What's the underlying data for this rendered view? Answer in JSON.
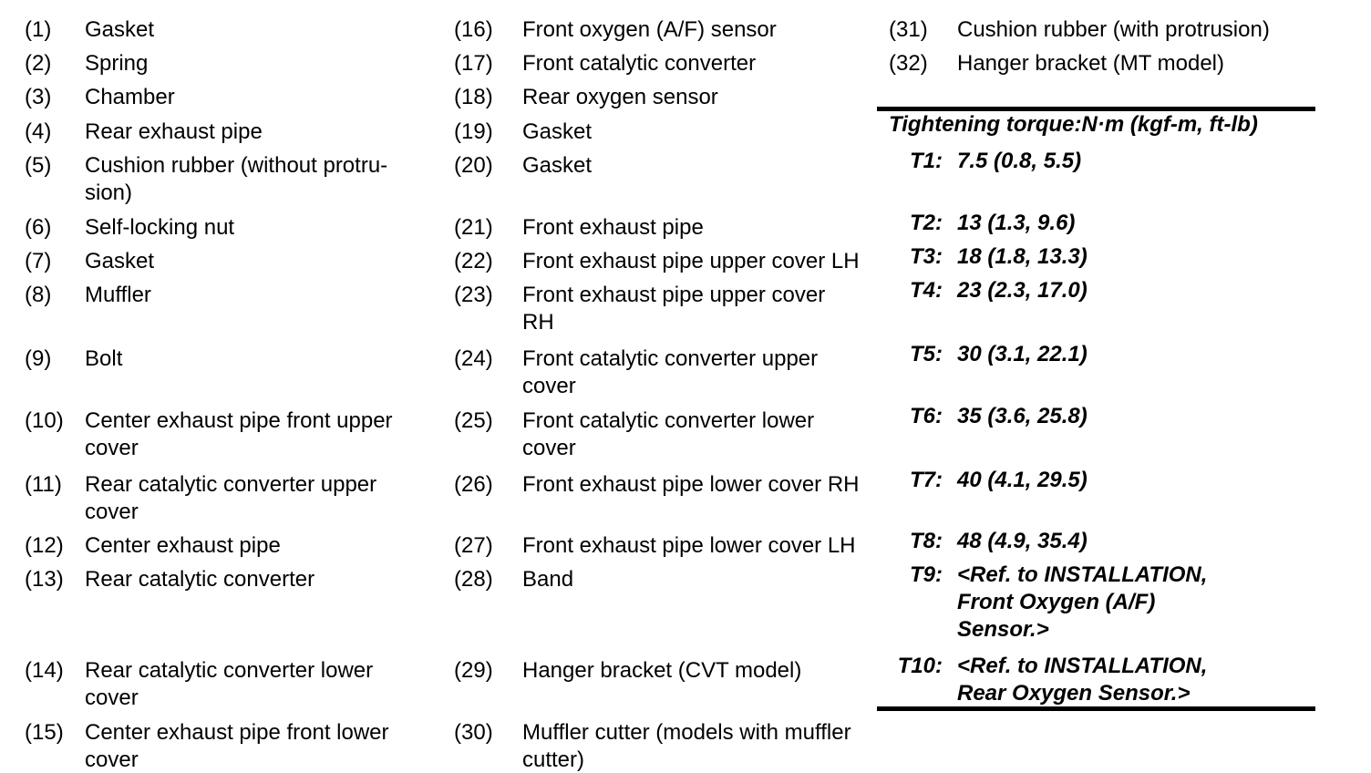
{
  "page": {
    "background_color": "#ffffff",
    "text_color": "#000000",
    "description_title": ""
  },
  "parts_legend": {
    "column1": [
      {
        "num": "(1)",
        "label": "Gasket"
      },
      {
        "num": "(2)",
        "label": "Spring"
      },
      {
        "num": "(3)",
        "label": "Chamber"
      },
      {
        "num": "(4)",
        "label": "Rear exhaust pipe"
      },
      {
        "num": "(5)",
        "label": [
          "Cushion rubber (without protru-",
          "sion)"
        ]
      },
      {
        "num": "(6)",
        "label": "Self-locking nut"
      },
      {
        "num": "(7)",
        "label": "Gasket"
      },
      {
        "num": "(8)",
        "label": "Muffler"
      },
      {
        "num": "(9)",
        "label": "Bolt"
      },
      {
        "num": "(10)",
        "label": [
          "Center exhaust pipe front upper",
          "cover"
        ]
      },
      {
        "num": "(11)",
        "label": [
          "Rear catalytic converter upper",
          "cover"
        ]
      },
      {
        "num": "(12)",
        "label": "Center exhaust pipe"
      },
      {
        "num": "(13)",
        "label": "Rear catalytic converter"
      },
      {
        "num": "(14)",
        "label": [
          "Rear catalytic converter lower",
          "cover"
        ]
      },
      {
        "num": "(15)",
        "label": [
          "Center exhaust pipe front lower",
          "cover"
        ]
      }
    ],
    "column2": [
      {
        "num": "(16)",
        "label": "Front oxygen (A/F) sensor"
      },
      {
        "num": "(17)",
        "label": "Front catalytic converter"
      },
      {
        "num": "(18)",
        "label": "Rear oxygen sensor"
      },
      {
        "num": "(19)",
        "label": "Gasket"
      },
      {
        "num": "(20)",
        "label": "Gasket"
      },
      {
        "num": "(21)",
        "label": "Front exhaust pipe"
      },
      {
        "num": "(22)",
        "label": "Front exhaust pipe upper cover LH"
      },
      {
        "num": "(23)",
        "label": [
          "Front exhaust pipe upper cover",
          "RH"
        ]
      },
      {
        "num": "(24)",
        "label": [
          "Front catalytic converter upper",
          "cover"
        ]
      },
      {
        "num": "(25)",
        "label": [
          "Front catalytic converter lower",
          "cover"
        ]
      },
      {
        "num": "(26)",
        "label": "Front exhaust pipe lower cover RH"
      },
      {
        "num": "(27)",
        "label": "Front exhaust pipe lower cover LH"
      },
      {
        "num": "(28)",
        "label": "Band"
      },
      {
        "num": "(29)",
        "label": "Hanger bracket (CVT model)"
      },
      {
        "num": "(30)",
        "label": [
          "Muffler cutter (models with muffler",
          "cutter)"
        ]
      }
    ],
    "column3": [
      {
        "num": "(31)",
        "label": "Cushion rubber (with protrusion)"
      },
      {
        "num": "(32)",
        "label": "Hanger bracket (MT model)"
      }
    ]
  },
  "torque_table": {
    "title": "Tightening torque:N·m (kgf-m, ft-lb)",
    "entries": [
      {
        "id": "T1:",
        "value": "7.5 (0.8, 5.5)"
      },
      {
        "id": "T2:",
        "value": "13 (1.3, 9.6)"
      },
      {
        "id": "T3:",
        "value": "18 (1.8, 13.3)"
      },
      {
        "id": "T4:",
        "value": "23 (2.3, 17.0)"
      },
      {
        "id": "T5:",
        "value": "30 (3.1, 22.1)"
      },
      {
        "id": "T6:",
        "value": "35 (3.6, 25.8)"
      },
      {
        "id": "T7:",
        "value": "40 (4.1, 29.5)"
      },
      {
        "id": "T8:",
        "value": "48 (4.9, 35.4)"
      },
      {
        "id": "T9:",
        "value": [
          "<Ref. to INSTALLATION,",
          "Front Oxygen (A/F)",
          "Sensor.>"
        ]
      },
      {
        "id": "T10:",
        "value": [
          "<Ref. to INSTALLATION,",
          "Rear Oxygen Sensor.>"
        ]
      }
    ]
  }
}
